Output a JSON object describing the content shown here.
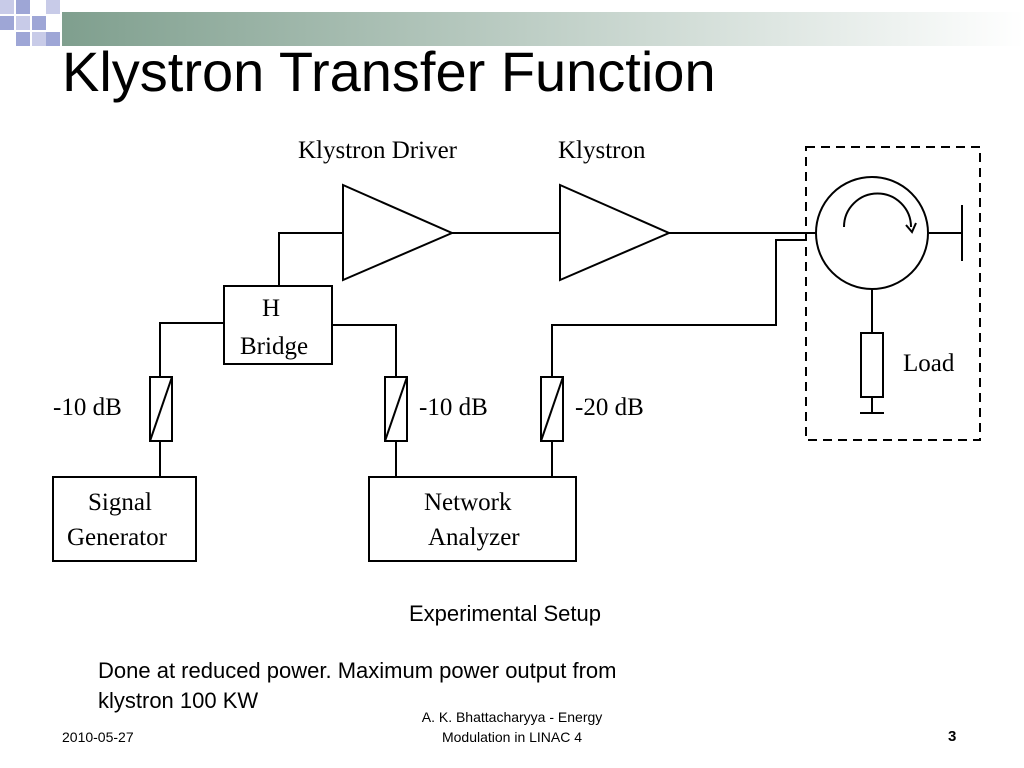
{
  "slide": {
    "title": "Klystron Transfer Function",
    "caption": "Experimental Setup",
    "note": "Done at reduced power. Maximum power output from klystron 100 KW",
    "footer": {
      "date": "2010-05-27",
      "author_line1": "A. K. Bhattacharyya - Energy",
      "author_line2": "Modulation in LINAC 4",
      "page_number": "3"
    }
  },
  "diagram": {
    "labels": {
      "klystron_driver": "Klystron Driver",
      "klystron": "Klystron",
      "h_bridge_line1": "H",
      "h_bridge_line2": "Bridge",
      "attenuator_left": "-10 dB",
      "attenuator_mid": "-10 dB",
      "attenuator_right": "-20 dB",
      "signal_generator_line1": "Signal",
      "signal_generator_line2": "Generator",
      "network_analyzer_line1": "Network",
      "network_analyzer_line2": "Analyzer",
      "load": "Load"
    }
  },
  "theme": {
    "band_colors": [
      "#7f9f8e",
      "#ffffff"
    ],
    "accent_square_colors": [
      "#c8cbe8",
      "#9ea6d6"
    ]
  }
}
